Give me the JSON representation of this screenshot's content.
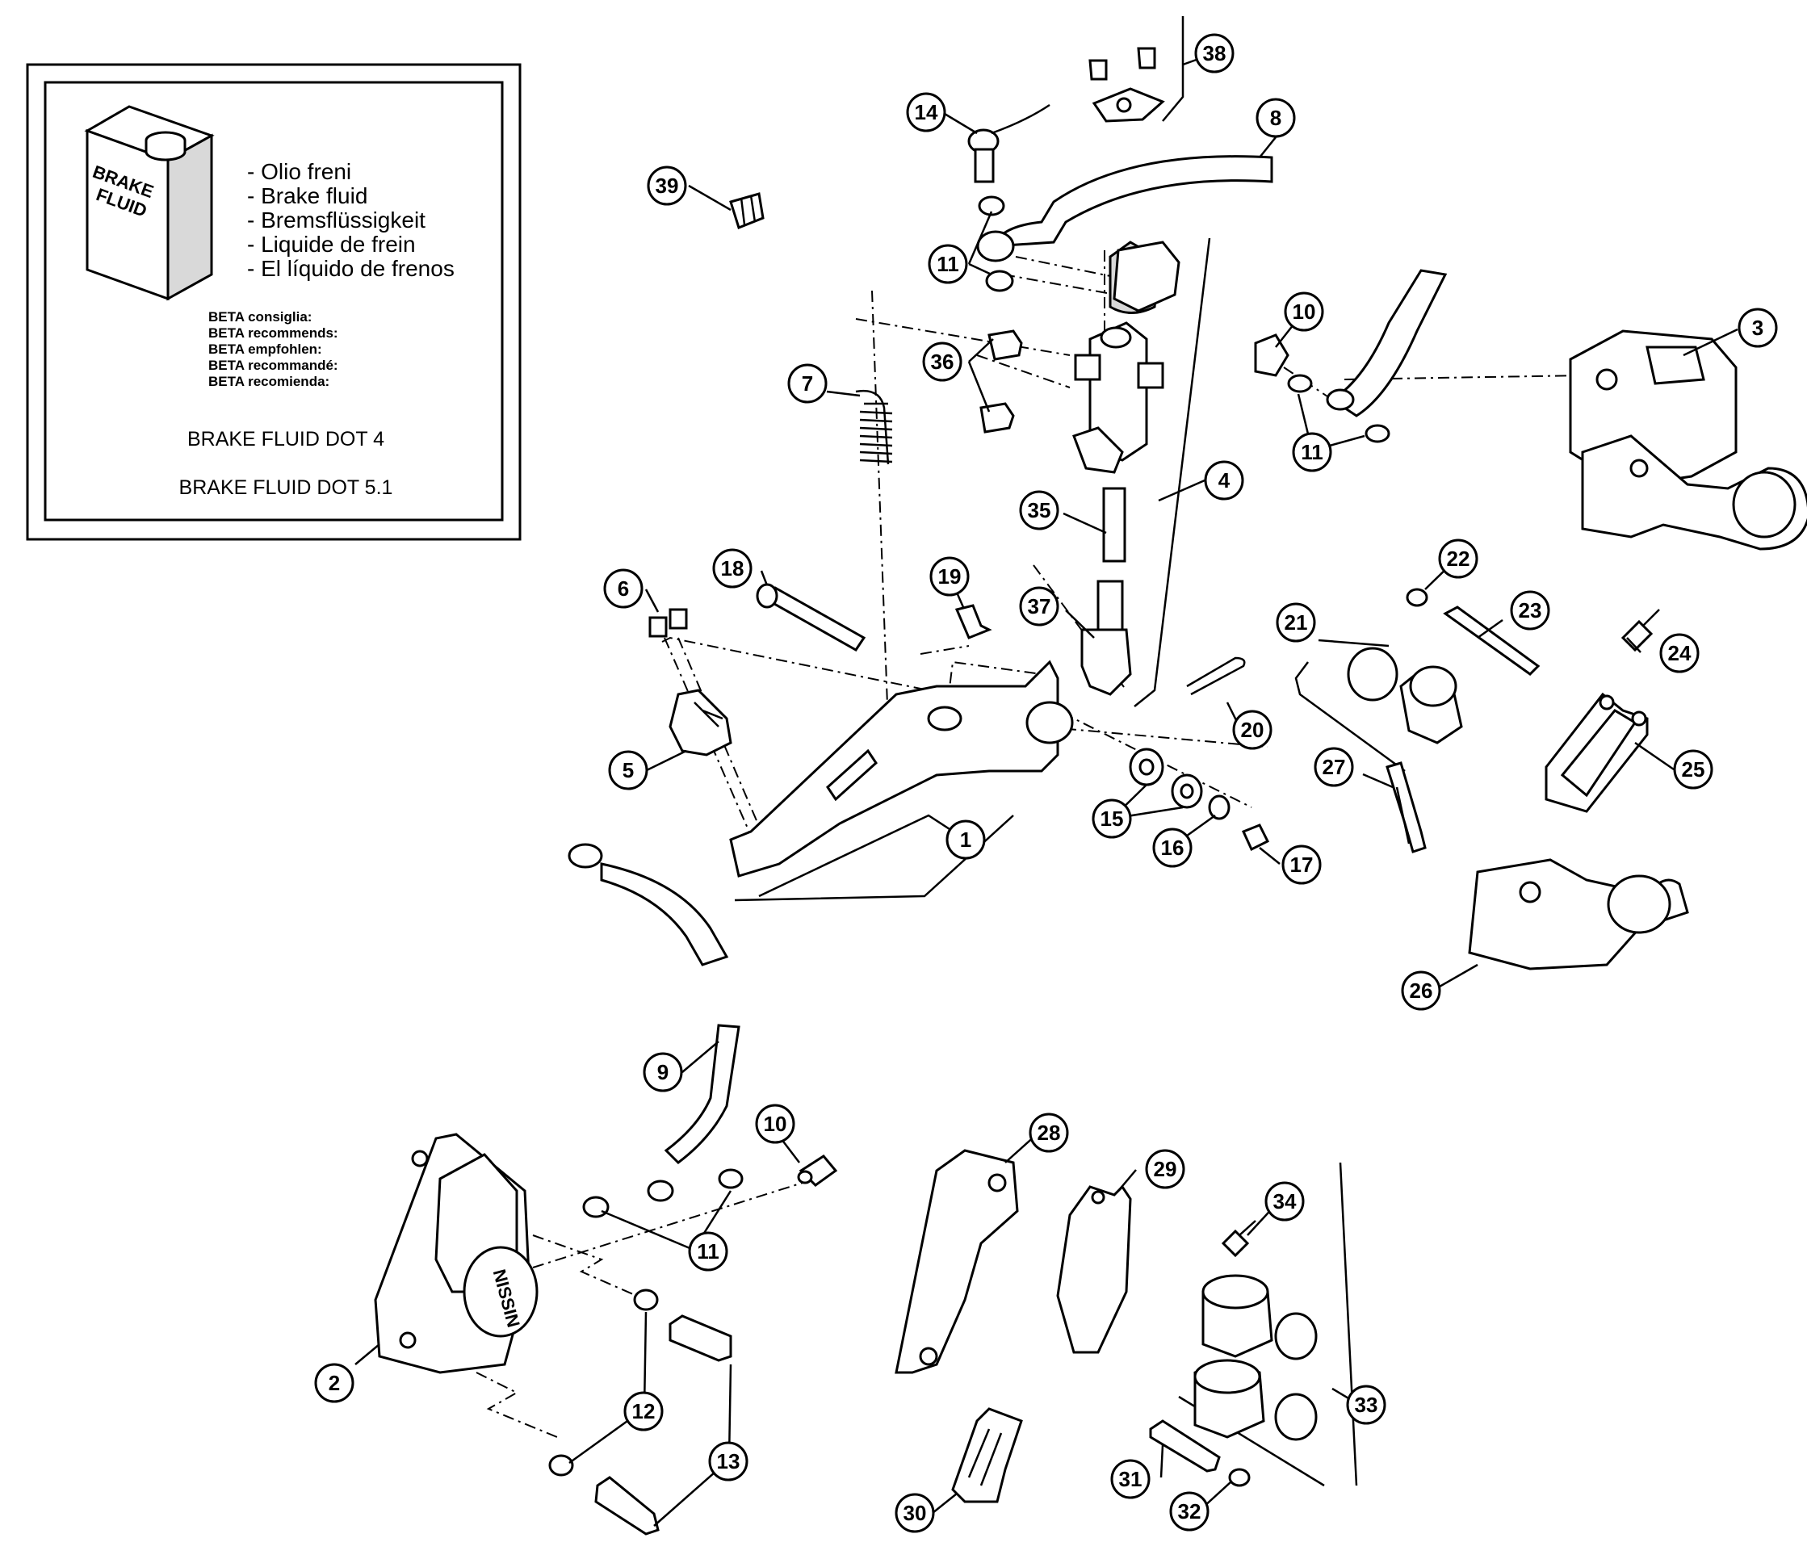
{
  "legend": {
    "can_label_line1": "BRAKE",
    "can_label_line2": "FLUID",
    "fluid_names": [
      "- Olio freni",
      "- Brake fluid",
      "- Bremsflüssigkeit",
      "- Liquide de frein",
      "- El líquido de frenos"
    ],
    "recommends": [
      "BETA consiglia:",
      "BETA recommends:",
      "BETA empfohlen:",
      "BETA recommandé:",
      "BETA recomienda:"
    ],
    "fluid_spec_1": "BRAKE FLUID DOT 4",
    "fluid_spec_2": "BRAKE FLUID DOT 5.1"
  },
  "caliper_brand": "NISSIN",
  "callouts": [
    {
      "id": "c1",
      "label": "1"
    },
    {
      "id": "c2",
      "label": "2"
    },
    {
      "id": "c3",
      "label": "3"
    },
    {
      "id": "c4",
      "label": "4"
    },
    {
      "id": "c5",
      "label": "5"
    },
    {
      "id": "c6",
      "label": "6"
    },
    {
      "id": "c7",
      "label": "7"
    },
    {
      "id": "c8",
      "label": "8"
    },
    {
      "id": "c9",
      "label": "9"
    },
    {
      "id": "c10a",
      "label": "10"
    },
    {
      "id": "c10b",
      "label": "10"
    },
    {
      "id": "c11a",
      "label": "11"
    },
    {
      "id": "c11b",
      "label": "11"
    },
    {
      "id": "c11c",
      "label": "11"
    },
    {
      "id": "c12",
      "label": "12"
    },
    {
      "id": "c13",
      "label": "13"
    },
    {
      "id": "c14",
      "label": "14"
    },
    {
      "id": "c15",
      "label": "15"
    },
    {
      "id": "c16",
      "label": "16"
    },
    {
      "id": "c17",
      "label": "17"
    },
    {
      "id": "c18",
      "label": "18"
    },
    {
      "id": "c19",
      "label": "19"
    },
    {
      "id": "c20",
      "label": "20"
    },
    {
      "id": "c21",
      "label": "21"
    },
    {
      "id": "c22",
      "label": "22"
    },
    {
      "id": "c23",
      "label": "23"
    },
    {
      "id": "c24",
      "label": "24"
    },
    {
      "id": "c25",
      "label": "25"
    },
    {
      "id": "c26",
      "label": "26"
    },
    {
      "id": "c27",
      "label": "27"
    },
    {
      "id": "c28",
      "label": "28"
    },
    {
      "id": "c29",
      "label": "29"
    },
    {
      "id": "c30",
      "label": "30"
    },
    {
      "id": "c31",
      "label": "31"
    },
    {
      "id": "c32",
      "label": "32"
    },
    {
      "id": "c33",
      "label": "33"
    },
    {
      "id": "c34",
      "label": "34"
    },
    {
      "id": "c35",
      "label": "35"
    },
    {
      "id": "c36",
      "label": "36"
    },
    {
      "id": "c37",
      "label": "37"
    },
    {
      "id": "c38",
      "label": "38"
    },
    {
      "id": "c39",
      "label": "39"
    }
  ]
}
